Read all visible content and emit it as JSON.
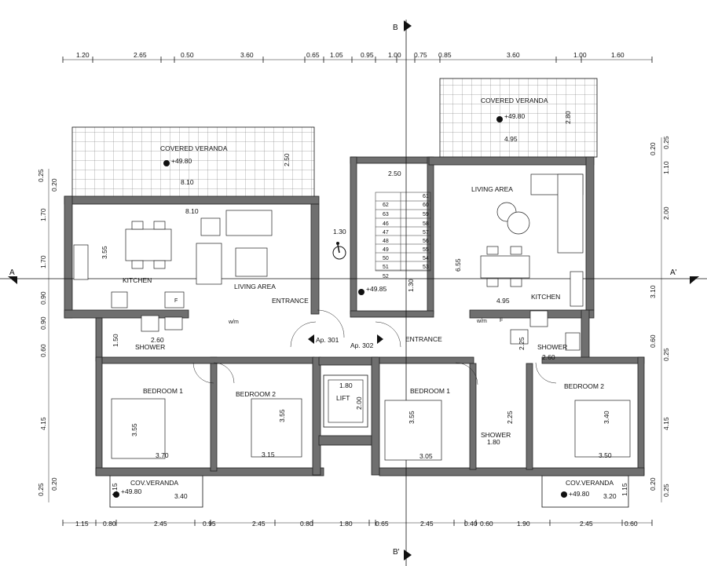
{
  "section_markers": {
    "top": "B",
    "bottom": "B'",
    "left": "A",
    "right": "A'"
  },
  "top_dimensions": [
    "1.20",
    "2.65",
    "0.50",
    "3.60",
    "0.65",
    "1.05",
    "0.95",
    "1.00",
    "0.75",
    "0.85",
    "3.60",
    "1.00",
    "1.60"
  ],
  "bottom_dimensions": [
    "1.15",
    "0.80",
    "2.45",
    "0.95",
    "2.45",
    "0.80",
    "1.80",
    "0.65",
    "2.45",
    "0.40",
    "0.60",
    "1.90",
    "2.45",
    "0.60"
  ],
  "left_dimensions": {
    "vertical": [
      "0.25",
      "0.20",
      "1.70",
      "1.70",
      "0.90",
      "0.90",
      "0.60",
      "4.15",
      "0.25",
      "0.20"
    ],
    "interior": [
      "3.55",
      "1.50",
      "3.55",
      "1.15"
    ]
  },
  "right_dimensions": {
    "vertical": [
      "0.20",
      "0.25",
      "1.10",
      "2.00",
      "3.10",
      "0.60",
      "0.25",
      "4.15",
      "0.20",
      "0.25"
    ],
    "interior": [
      "6.55",
      "3.40",
      "2.25",
      "1.15"
    ]
  },
  "interior_dimensions": {
    "veranda_left_depth": "2.50",
    "veranda_left_width": "8.10",
    "kitchen_left_width": "8.10",
    "stair_width": "2.50",
    "stair_depth": "1.30",
    "stair_landing": "1.30",
    "veranda_right_depth": "2.80",
    "veranda_right_width": "4.95",
    "living_right_width": "4.95",
    "shower_left": "2.60",
    "shower_right": "2.60",
    "lift_w": "1.80",
    "lift_d": "2.00",
    "bed1_left": "3.70",
    "bed2_left": "3.15",
    "bed1_right": "3.05",
    "bed2_right": "3.50",
    "shower_right_w": "1.80",
    "cov_left": "3.40",
    "cov_right": "3.20"
  },
  "stair_numbers": [
    "62",
    "63",
    "46",
    "47",
    "48",
    "49",
    "50",
    "51",
    "52",
    "61",
    "60",
    "59",
    "58",
    "57",
    "56",
    "55",
    "54",
    "53"
  ],
  "rooms": {
    "covered_veranda_left": "COVERED VERANDA",
    "covered_veranda_right": "COVERED VERANDA",
    "kitchen_left": "KITCHEN",
    "living_left": "LIVING AREA",
    "entrance_left": "ENTRANCE",
    "living_right": "LIVING AREA",
    "kitchen_right": "KITCHEN",
    "entrance_right": "ENTRANCE",
    "shower_left": "SHOWER",
    "shower_right": "SHOWER",
    "shower_right_lower": "SHOWER",
    "bedroom1_left": "BEDROOM 1",
    "bedroom2_left": "BEDROOM 2",
    "bedroom1_right": "BEDROOM 1",
    "bedroom2_right": "BEDROOM 2",
    "lift": "LIFT",
    "cov_veranda_left": "COV.VERANDA",
    "cov_veranda_right": "COV.VERANDA",
    "wm_left": "w/m",
    "wm_right": "w/m",
    "fridge_left": "F",
    "fridge_right": "F"
  },
  "apartments": {
    "left": "Ap. 301",
    "right": "Ap. 302"
  },
  "levels": {
    "veranda_left": "+49.80",
    "veranda_right": "+49.80",
    "stair_hall": "+49.85",
    "cov_left": "+49.80",
    "cov_right": "+49.80"
  },
  "colors": {
    "wall": "#6f6f6f",
    "line": "#111111",
    "background": "#ffffff"
  }
}
